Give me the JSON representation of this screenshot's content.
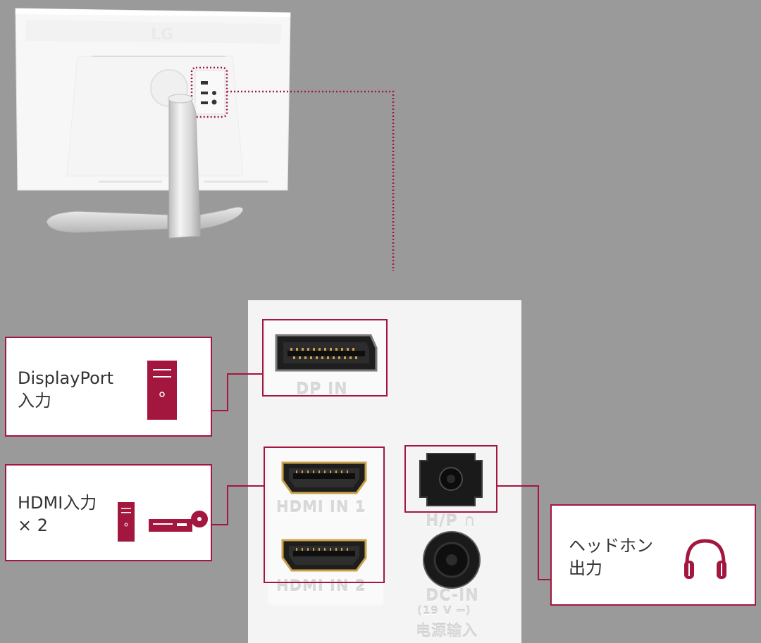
{
  "callouts": {
    "displayport": {
      "line1": "DisplayPort",
      "line2": "入力"
    },
    "hdmi": {
      "line1": "HDMI入力",
      "line2": "× 2"
    },
    "headphone": {
      "line1": "ヘッドホン",
      "line2": "出力"
    }
  },
  "port_labels": {
    "dp_in": "DP IN",
    "hdmi_in_1": "HDMI IN 1",
    "hdmi_in_2": "HDMI IN 2",
    "hp": "H/P",
    "dc_in": "DC-IN",
    "dc_rating": "(19 V",
    "dc_power": "电源输入"
  },
  "monitor": {
    "brand_logo": "LG"
  },
  "colors": {
    "accent": "#a3173f",
    "background": "#9a9a9a",
    "panel": "#f4f4f4",
    "callout_bg": "#ffffff"
  },
  "icons": {
    "dp_device": "pc-tower-icon",
    "hdmi_device_1": "pc-tower-icon",
    "hdmi_device_2": "bluray-player-icon",
    "headphone_device": "headphones-icon"
  }
}
